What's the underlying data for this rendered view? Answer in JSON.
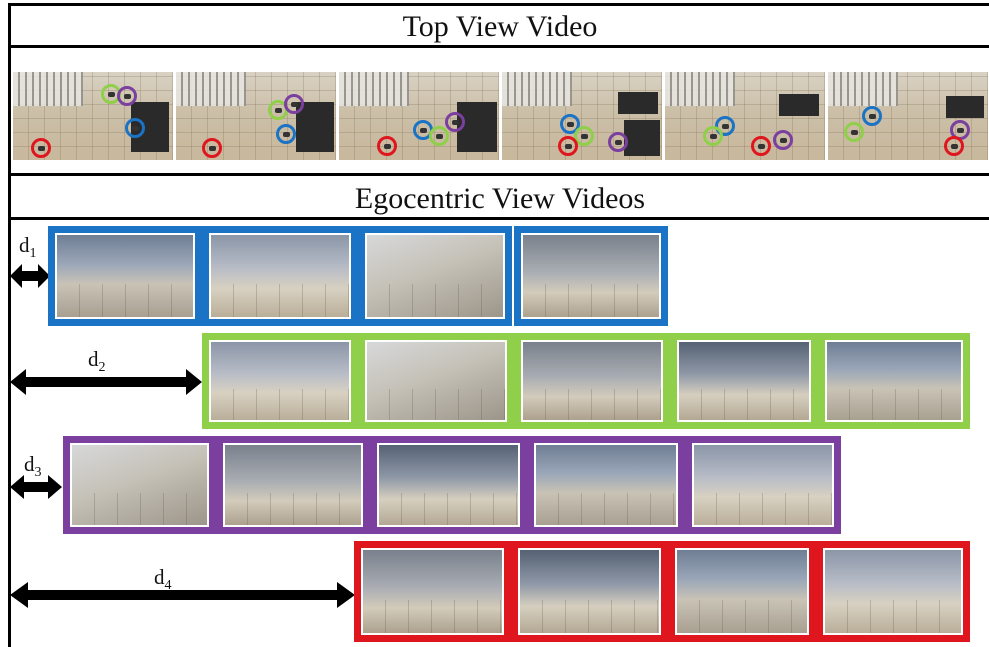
{
  "sections": {
    "top_title": "Top View Video",
    "ego_title": "Egocentric View Videos"
  },
  "colors": {
    "blue": "#1a73c4",
    "green": "#8fcf4a",
    "purple": "#7b3fa0",
    "red": "#e0161e"
  },
  "distances": [
    {
      "letter": "d",
      "sub": "1",
      "color": "blue",
      "frames": 4
    },
    {
      "letter": "d",
      "sub": "2",
      "color": "green",
      "frames": 5
    },
    {
      "letter": "d",
      "sub": "3",
      "color": "purple",
      "frames": 5
    },
    {
      "letter": "d",
      "sub": "4",
      "color": "red",
      "frames": 4
    }
  ]
}
